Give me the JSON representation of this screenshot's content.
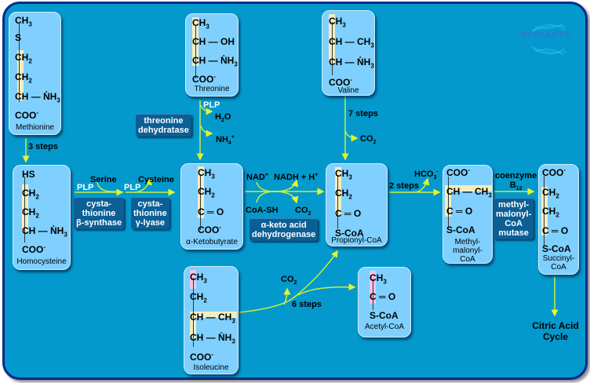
{
  "logo": {
    "text": "BIOCARTA"
  },
  "molecules": {
    "methionine": {
      "name": "Methionine",
      "rows": [
        "CH3",
        "S",
        "CH2",
        "CH2",
        "CH",
        "COO-"
      ],
      "sub": "NH3+"
    },
    "homocysteine": {
      "name": "Homocysteine",
      "rows": [
        "HS",
        "CH2",
        "CH2",
        "CH",
        "COO-"
      ],
      "sub": "NH3+"
    },
    "threonine": {
      "name": "Threonine",
      "rows": [
        "CH3",
        "CH",
        "CH",
        "COO-"
      ],
      "subs": [
        "OH",
        "NH3+"
      ]
    },
    "ketobutyrate": {
      "name": "α-Ketobutyrate",
      "rows": [
        "CH3",
        "CH2",
        "C",
        "COO-"
      ],
      "sub": "O"
    },
    "valine": {
      "name": "Valine",
      "rows": [
        "CH3",
        "CH",
        "CH",
        "COO-"
      ],
      "subs": [
        "CH3",
        "NH3+"
      ]
    },
    "propionyl": {
      "name": "Propionyl-CoA",
      "rows": [
        "CH3",
        "CH2",
        "C",
        "S-CoA"
      ],
      "sub": "O"
    },
    "methylmalonyl": {
      "name": "Methyl-malonyl-CoA",
      "name_lines": [
        "Methyl-",
        "malonyl-",
        "CoA"
      ],
      "rows": [
        "COO-",
        "CH",
        "C",
        "S-CoA"
      ],
      "subs": [
        "CH3",
        "O"
      ]
    },
    "succinyl": {
      "name": "Succinyl-CoA",
      "name_lines": [
        "Succinyl-",
        "CoA"
      ],
      "rows": [
        "COO-",
        "CH2",
        "CH2",
        "C",
        "S-CoA"
      ],
      "sub": "O"
    },
    "isoleucine": {
      "name": "Isoleucine",
      "rows": [
        "CH3",
        "CH2",
        "CH",
        "CH",
        "COO-"
      ],
      "subs": [
        "CH3",
        "NH3+"
      ]
    },
    "acetyl": {
      "name": "Acetyl-CoA",
      "rows": [
        "CH3",
        "C",
        "S-CoA"
      ],
      "sub": "O"
    }
  },
  "enzymes": {
    "cbs": [
      "cysta-",
      "thionine",
      "β-synthase"
    ],
    "cgl": [
      "cysta-",
      "thionine",
      "γ-lyase"
    ],
    "thr_dehydratase": [
      "threonine",
      "dehydratase"
    ],
    "keto_dh": [
      "α-keto acid",
      "dehydrogenase"
    ],
    "mcm": [
      "methyl-",
      "malonyl-",
      "CoA",
      "mutase"
    ]
  },
  "labels": {
    "three_steps": "3 steps",
    "seven_steps": "7 steps",
    "two_steps": "2 steps",
    "six_steps": "6 steps",
    "serine": "Serine",
    "cysteine": "Cysteine",
    "plp": "PLP",
    "h2o": "H2O",
    "nh4": "NH4+",
    "nad": "NAD+",
    "nadh": "NADH + H+",
    "coash": "CoA-SH",
    "co2": "CO2",
    "hco3": "HCO3-",
    "coenzyme_b12": "coenzyme B12",
    "citric_acid_cycle": [
      "Citric Acid",
      "Cycle"
    ]
  },
  "colors": {
    "background": "#0399cc",
    "border": "#0a2a8a",
    "box": "#7fd0ff",
    "arrow": "#c8f03a",
    "enzyme": "#0b5f95",
    "highlight": "#f3eec0",
    "highlight_pink": "#f5c2e8"
  }
}
